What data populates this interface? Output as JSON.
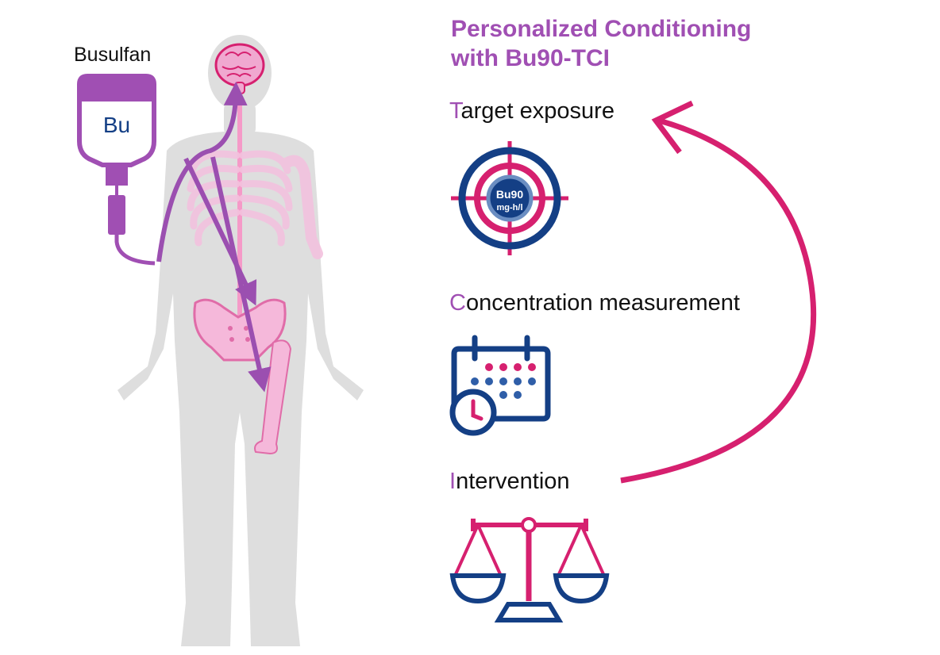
{
  "title": {
    "line1": "Personalized Conditioning",
    "line2": "with Bu90-TCI"
  },
  "drug": {
    "label": "Busulfan",
    "bag_text": "Bu"
  },
  "steps": [
    {
      "lead": "T",
      "rest": "arget exposure",
      "icon": "target-icon"
    },
    {
      "lead": "C",
      "rest": "oncentration measurement",
      "icon": "calendar-clock-icon"
    },
    {
      "lead": "I",
      "rest": "ntervention",
      "icon": "balance-scale-icon"
    }
  ],
  "target": {
    "line1": "Bu90",
    "line2": "mg-h/l"
  },
  "colors": {
    "purple": "#a04fb3",
    "magenta": "#d6206f",
    "navy": "#143f85",
    "pink": "#eeb3d8",
    "body_gray": "#dcdcdc"
  }
}
